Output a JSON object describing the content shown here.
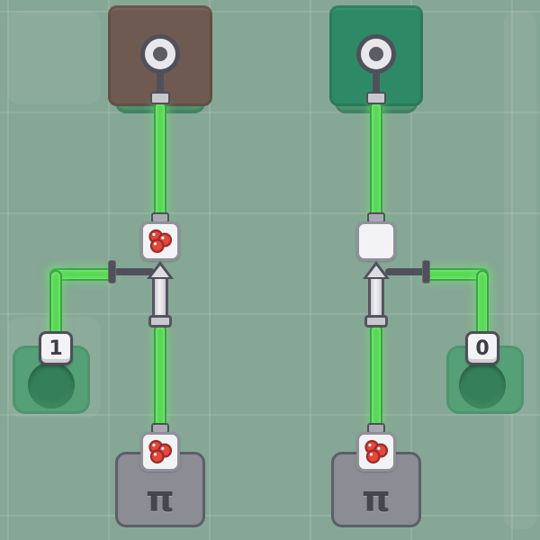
{
  "circuits": {
    "left": {
      "emitter_label": "1",
      "source_label": "π",
      "filter_icon": "cherries-icon",
      "output_block": "brown"
    },
    "right": {
      "emitter_label": "0",
      "source_label": "π",
      "filter_icon": "cherries-icon",
      "output_block": "green"
    }
  },
  "icons": {
    "outlet": "lamp-outlet-icon",
    "valve_arrow": "arrow-up-icon",
    "filter": "cherries-icon"
  },
  "colors": {
    "bg": "#87a796",
    "grid": "rgba(255,255,255,0.10)",
    "wire_green": "#57d954",
    "wire_border": "#36a73f",
    "wire_glow": "rgba(110,235,110,0.5)",
    "brown_block": "#6f5a51",
    "teal_block": "#2e8a66",
    "pad_green": "#4b926d",
    "machine_gray": "#8c8c94",
    "machine_border": "#5e5e66",
    "metal_dark": "#50505a",
    "metal_light": "#e8e8ec",
    "white_tile": "#f3f3f5",
    "cherry_red": "#e7463d",
    "cherry_outline": "#9c2d27",
    "socket_green": "#55a077",
    "socket_hole": "#35805a",
    "text_dark": "#3c3c44"
  }
}
